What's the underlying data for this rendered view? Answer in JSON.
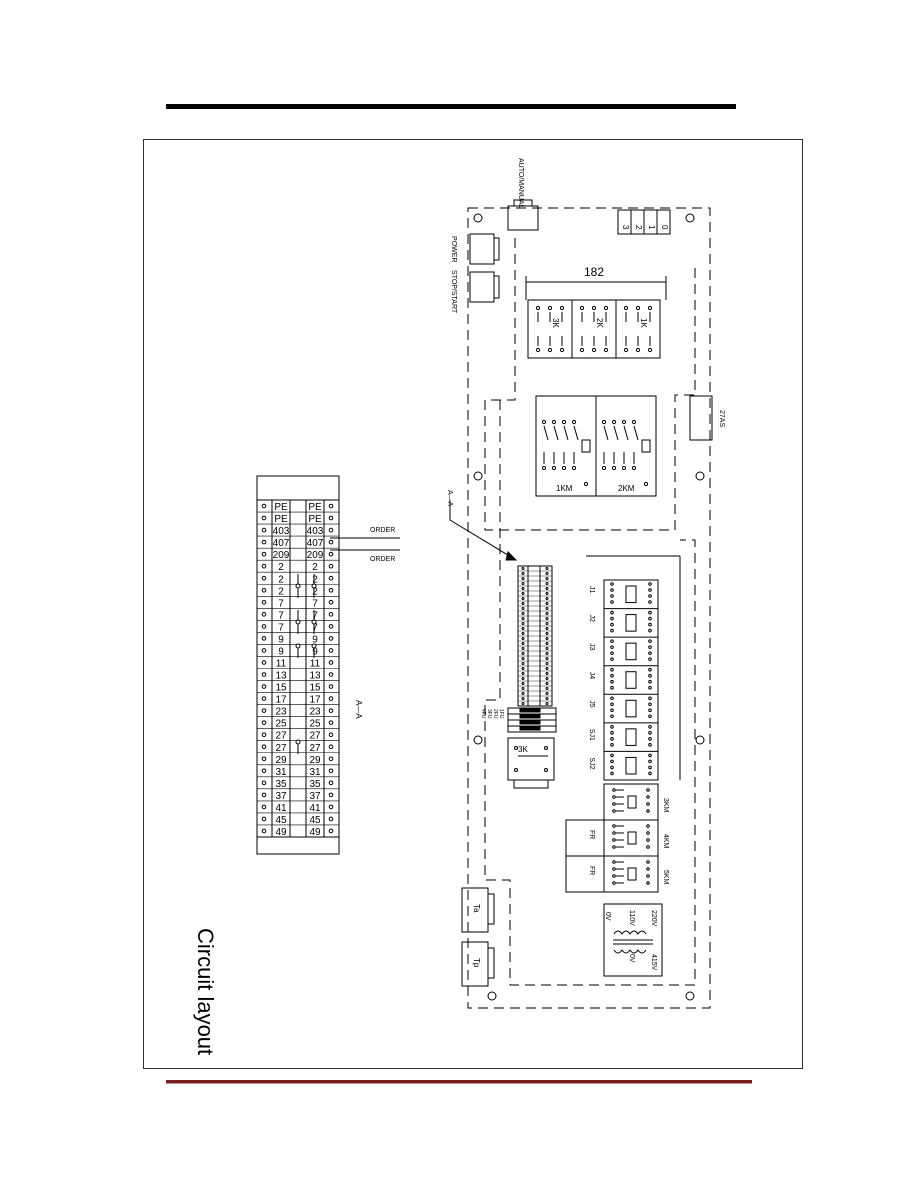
{
  "page": {
    "caption": "Circuit layout",
    "section_label": "A—A",
    "section_marker": "A—A"
  },
  "controls": {
    "auto_manual": "AUTO/MANUAL",
    "power": "POWER",
    "stop_start": "STOP/START",
    "ta": "Ta",
    "tp": "Tp"
  },
  "terminal_block": {
    "rows": [
      "PE",
      "PE",
      "403",
      "407",
      "209",
      "2",
      "2",
      "2",
      "7",
      "7",
      "7",
      "9",
      "9",
      "11",
      "13",
      "15",
      "17",
      "23",
      "25",
      "27",
      "27",
      "29",
      "31",
      "35",
      "37",
      "41",
      "45",
      "49"
    ],
    "order_labels": [
      "ORDER",
      "ORDER"
    ]
  },
  "components": {
    "dimension": "182",
    "relays": [
      "3K",
      "2K",
      "1K"
    ],
    "contactors": [
      "1KM",
      "2KM"
    ],
    "breaker": "27AS",
    "j_relays": [
      "J1",
      "J2",
      "J3",
      "J4",
      "J5",
      "SJ1",
      "SJ2"
    ],
    "contactors_lower": [
      "3KM",
      "4KM",
      "5KM"
    ],
    "fr": [
      "FR",
      "FR"
    ],
    "relay_3k": "3K",
    "fuses": [
      "1FU",
      "2FU",
      "3FU",
      "4FU"
    ],
    "switch_pos": [
      "3",
      "2",
      "1",
      "0"
    ]
  },
  "transformer": {
    "taps": [
      "0V",
      "110V",
      "220V",
      "0V",
      "415V"
    ]
  }
}
